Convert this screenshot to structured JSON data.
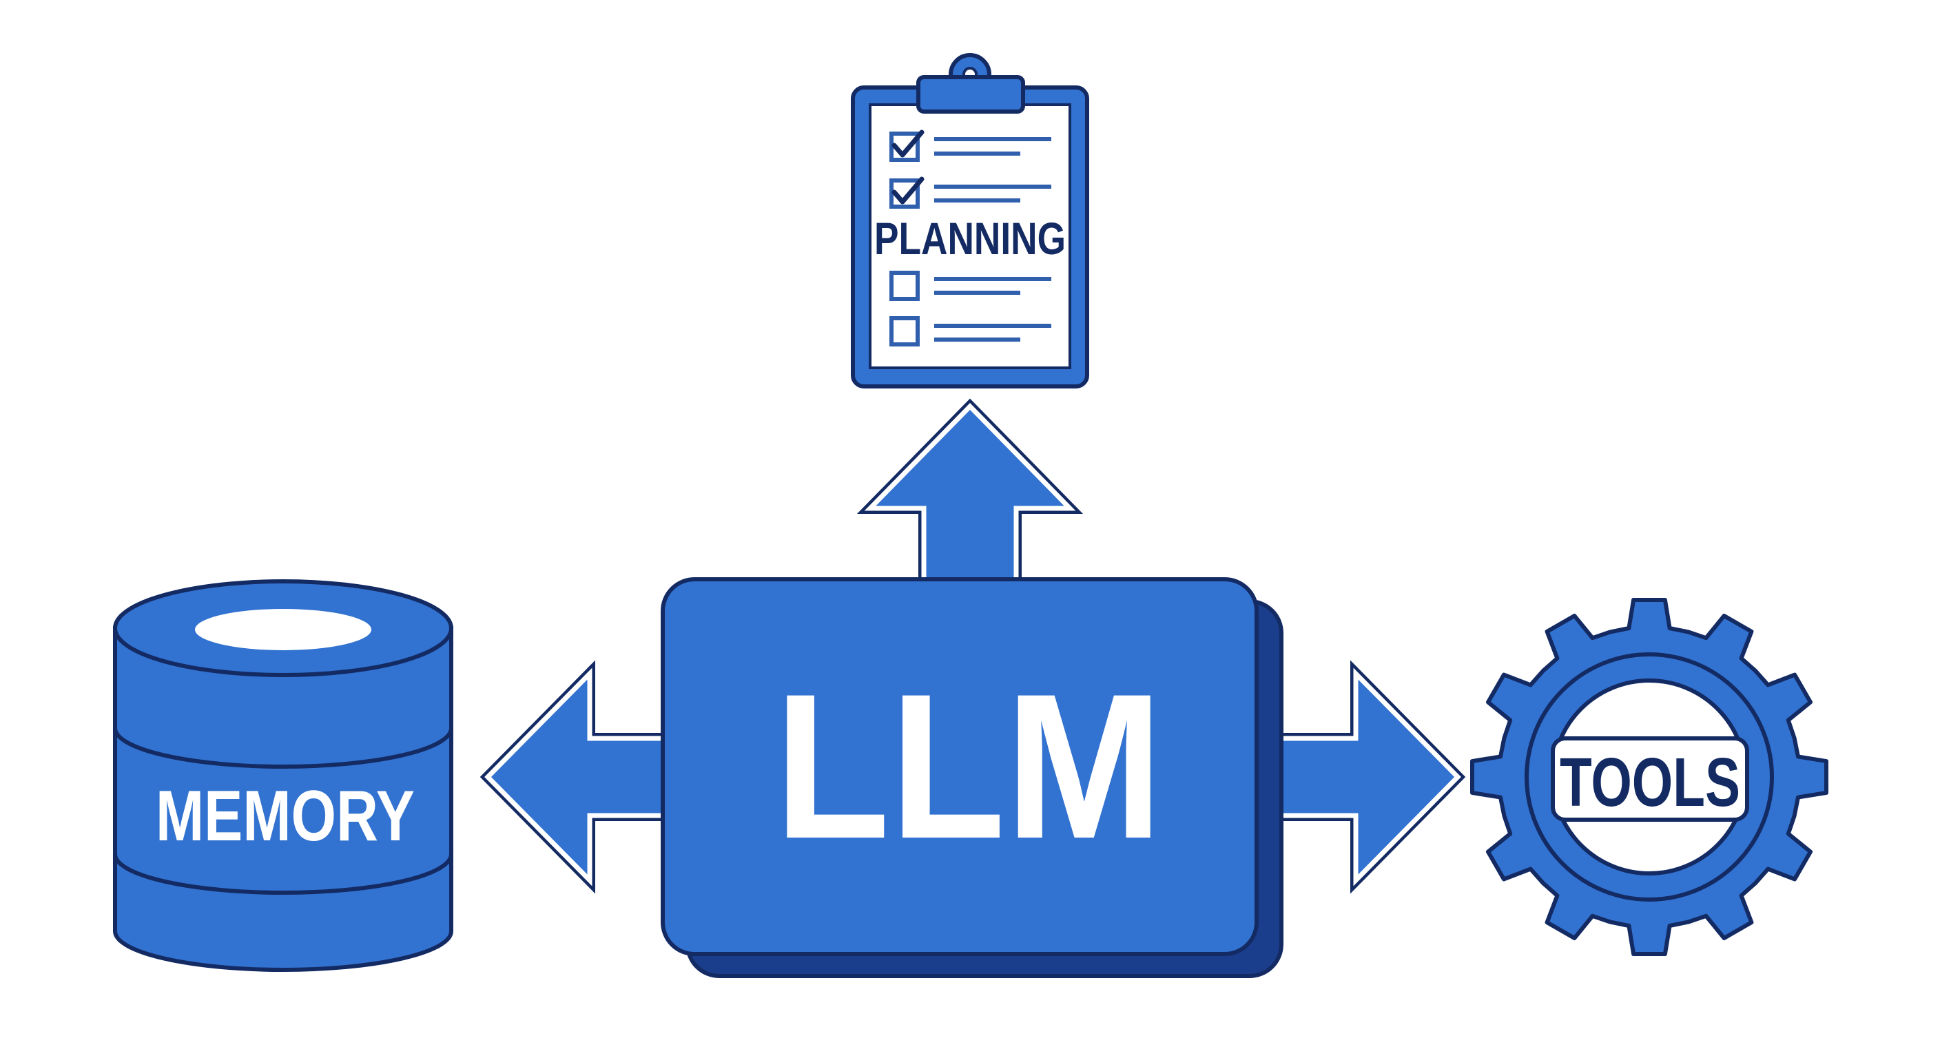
{
  "nodes": {
    "llm": {
      "label": "LLM",
      "icon": "rounded-box-icon"
    },
    "planning": {
      "label": "PLANNING",
      "icon": "clipboard-checklist-icon"
    },
    "memory": {
      "label": "MEMORY",
      "icon": "database-cylinder-icon"
    },
    "tools": {
      "label": "TOOLS",
      "icon": "gear-icon"
    }
  },
  "checklist": [
    {
      "checked": true
    },
    {
      "checked": true
    },
    {
      "checked": false
    },
    {
      "checked": false
    }
  ],
  "edges": [
    {
      "from": "llm",
      "to": "planning",
      "direction": "up"
    },
    {
      "from": "llm",
      "to": "memory",
      "direction": "left"
    },
    {
      "from": "llm",
      "to": "tools",
      "direction": "right"
    }
  ],
  "colors": {
    "fill": "#3272d0",
    "outline": "#132a63",
    "background": "#ffffff"
  }
}
